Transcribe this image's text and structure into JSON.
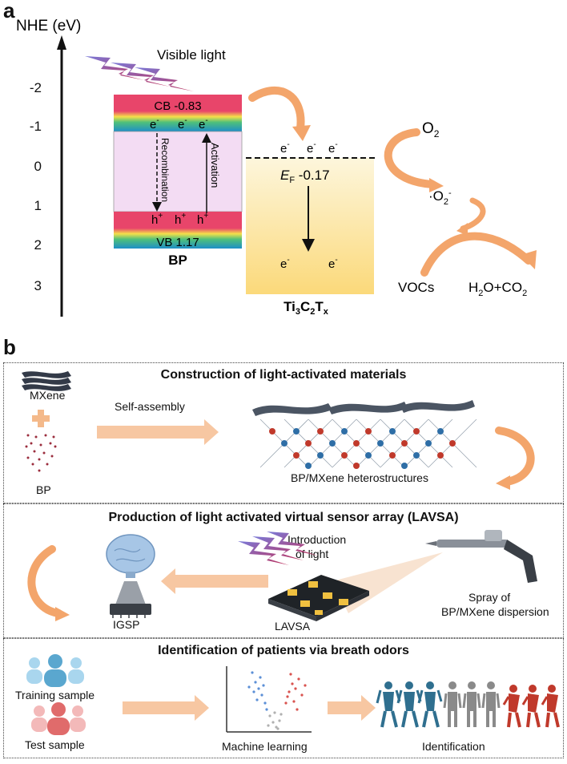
{
  "panel_a": {
    "letter": "a",
    "axis_title": "NHE (eV)",
    "axis_ticks": [
      "-2",
      "-1",
      "0",
      "1",
      "2",
      "3"
    ],
    "light_label": "Visible light",
    "cb_label": "CB -0.83",
    "vb_label": "VB 1.17",
    "electron": "e",
    "minus": "-",
    "hole": "h",
    "plus": "+",
    "recombination": "Recombination",
    "activation": "Activation",
    "bp_label": "BP",
    "ef_label_e": "E",
    "ef_label_sub": "F",
    "ef_value": " -0.17",
    "mxene_label": {
      "t1": "Ti",
      "s1": "3",
      "t2": "C",
      "s2": "2",
      "t3": "T",
      "s3": "x"
    },
    "o2": {
      "main": "O",
      "sub": "2"
    },
    "superoxide": {
      "dot": "·O",
      "sub": "2",
      "sup": "-"
    },
    "vocs": "VOCs",
    "products": {
      "h": "H",
      "s1": "2",
      "mid": "O+CO",
      "s2": "2"
    }
  },
  "panel_b": {
    "letter": "b",
    "section1": {
      "title": "Construction of light-activated materials",
      "mxene": "MXene",
      "bp": "BP",
      "self_assembly": "Self-assembly",
      "hetero": "BP/MXene heterostructures"
    },
    "section2": {
      "title": "Production of light activated virtual sensor array (LAVSA)",
      "intro_light_1": "Introduction",
      "intro_light_2": "of light",
      "spray_1": "Spray of",
      "spray_2": "BP/MXene dispersion",
      "igsp": "IGSP",
      "lavsa": "LAVSA"
    },
    "section3": {
      "title": "Identification of patients via breath odors",
      "training": "Training sample",
      "test": "Test sample",
      "ml": "Machine learning",
      "identification": "Identification"
    }
  },
  "colors": {
    "cb_band": "#e8456a",
    "vb_band": "#1e8fc8",
    "gap_fill": "#f3dcf3",
    "mxene_fill": "#fbe39a",
    "arrow_orange": "#f3a56b",
    "person_blue": "#2f6f8f",
    "person_gray": "#8a8a8a",
    "person_red": "#c0392b"
  }
}
